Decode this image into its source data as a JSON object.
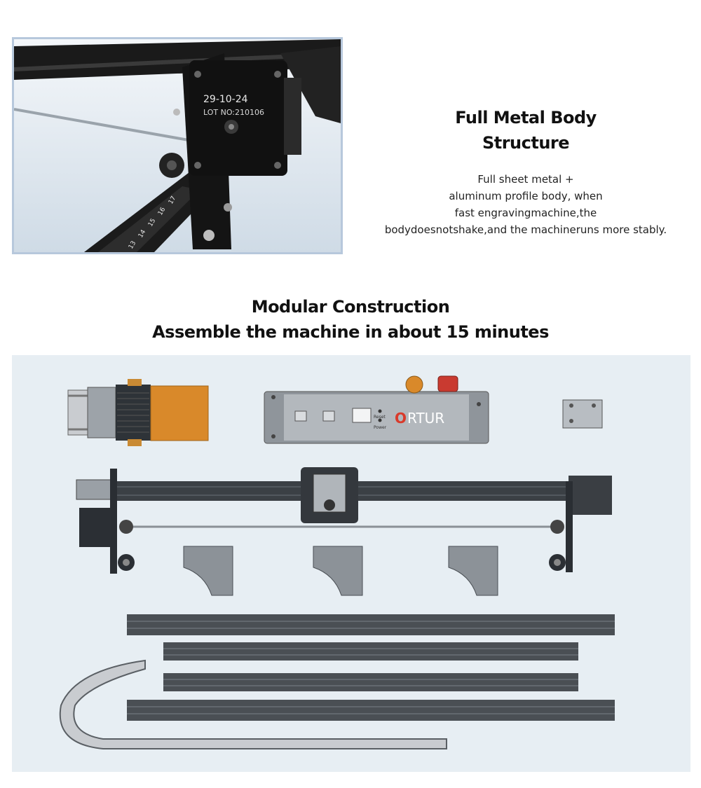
{
  "feature": {
    "title_line1": "Full Metal Body",
    "title_line2": "Structure",
    "description_lines": [
      "Full sheet metal +",
      "aluminum profile body, when",
      "fast engravingmachine,the",
      "bodydoesnotshake,and the machineruns more stably."
    ]
  },
  "photo": {
    "motor_date": "29-10-24",
    "motor_lot": "LOT NO:210106",
    "ruler_numbers": [
      "17",
      "16",
      "15",
      "14",
      "13"
    ]
  },
  "section": {
    "title_line1": "Modular Construction",
    "title_line2": "Assemble the machine in about 15 minutes"
  },
  "controller": {
    "brand_o": "O",
    "brand_rest": "RTUR",
    "reset_label": "Reset",
    "power_label": "Power"
  },
  "colors": {
    "laser_orange": "#d9892a",
    "brand_red": "#d93a2b",
    "panel_bg": "#e7eef3",
    "frame_border": "#b7c8dc"
  }
}
